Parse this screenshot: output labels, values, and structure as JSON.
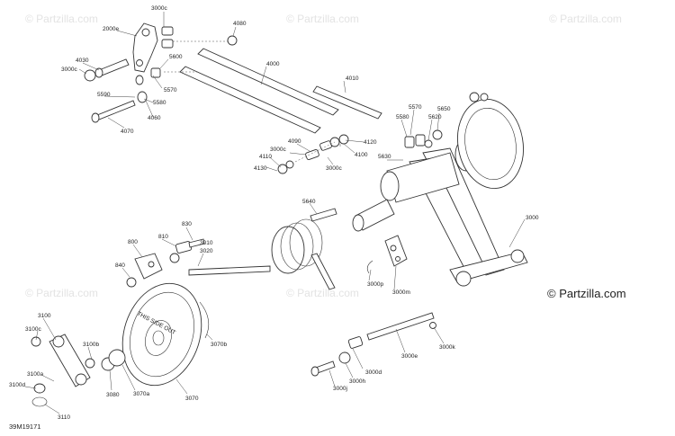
{
  "watermark_text": "© Partzilla.com",
  "diagram_code": "39M19171",
  "callouts": {
    "p3000c_top": "3000c",
    "p2000e": "2000e",
    "p4080": "4080",
    "p4030": "4030",
    "p5600": "5600",
    "p3000c_left": "3000c",
    "p4000": "4000",
    "p5590": "5590",
    "p5570_top": "5570",
    "p5580_top": "5580",
    "p4060": "4060",
    "p4070": "4070",
    "p4010": "4010",
    "p5570_right": "5570",
    "p5650": "5650",
    "p5580_right": "5580",
    "p5620": "5620",
    "p4090": "4090",
    "p3000c_mid": "3000c",
    "p4120": "4120",
    "p4100": "4100",
    "p4110": "4110",
    "p4130": "4130",
    "p3000c_low": "3000c",
    "p5630": "5630",
    "p5640": "5640",
    "p3000": "3000",
    "p830": "830",
    "p800": "800",
    "p810": "810",
    "p3010": "3010",
    "p3020": "3020",
    "p840": "840",
    "p3000p": "3000p",
    "p3000m": "3000m",
    "p3100": "3100",
    "p3100c": "3100c",
    "p3100b": "3100b",
    "p3100a": "3100a",
    "p3100d": "3100d",
    "p3080": "3080",
    "p3070a": "3070a",
    "p3070": "3070",
    "p3070b": "3070b",
    "p3110": "3110",
    "p3000e": "3000e",
    "p3000k": "3000k",
    "p3000d": "3000d",
    "p3000h": "3000h",
    "p3000j": "3000j"
  },
  "wheel_text": "THIS SIDE OUT"
}
